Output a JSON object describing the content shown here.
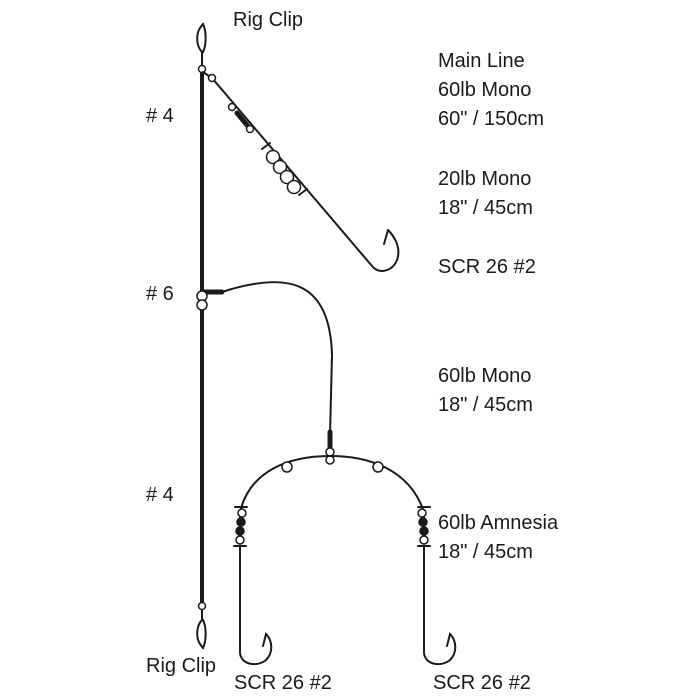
{
  "labels": {
    "rig_clip_top": "Rig Clip",
    "rig_clip_bottom": "Rig Clip",
    "swivel_top": "# 4",
    "swivel_mid": "# 6",
    "swivel_bottom": "# 4"
  },
  "specs": {
    "main_line": [
      "Main Line",
      "60lb Mono",
      "60\" / 150cm"
    ],
    "upper_snood": [
      "20lb Mono",
      "18\" / 45cm"
    ],
    "upper_hook": "SCR 26 #2",
    "lower_snood": [
      "60lb Mono",
      "18\" / 45cm"
    ],
    "amnesia": [
      "60lb Amnesia",
      "18\" / 45cm"
    ],
    "bottom_hook_left": "SCR 26 #2",
    "bottom_hook_right": "SCR 26 #2"
  },
  "colors": {
    "line": "#1a1a1a",
    "bead_white": "#ffffff",
    "bead_black": "#1a1a1a"
  }
}
